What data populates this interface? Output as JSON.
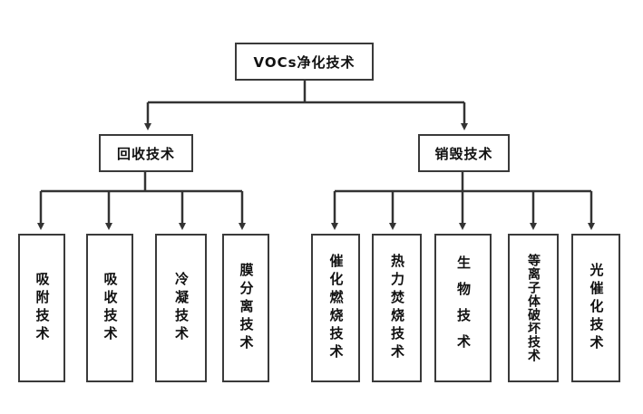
{
  "root": {
    "label": "VOCs净化技术"
  },
  "branches": [
    {
      "label": "回收技术",
      "children": [
        "吸附技术",
        "吸收技术",
        "冷凝技术",
        "膜分离技术"
      ]
    },
    {
      "label": "销毁技术",
      "children": [
        "催化燃烧技术",
        "热力焚烧技术",
        "生物技术",
        "等离子体破坏技术",
        "光催化技术"
      ]
    }
  ],
  "colors": {
    "line": "#333333",
    "border": "#3a3a3a"
  }
}
